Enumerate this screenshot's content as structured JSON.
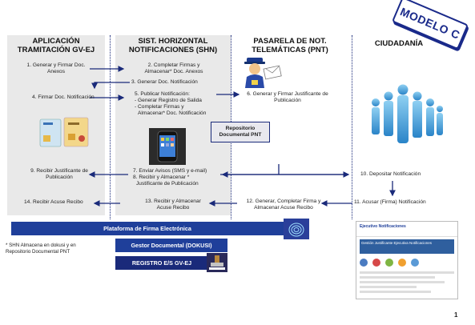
{
  "badge": "MODELO C",
  "columns": {
    "col1": [
      "APLICACIÓN",
      "TRAMITACIÓN GV-EJ"
    ],
    "col2": [
      "SIST. HORIZONTAL",
      "NOTIFICACIONES (SHN)"
    ],
    "col3": [
      "PASARELA DE NOT.",
      "TELEMÁTICAS (PNT)"
    ],
    "col4": [
      "CIUDADANÍA"
    ]
  },
  "steps": {
    "s1": [
      "1. Generar y Firmar Doc.",
      "Anexos"
    ],
    "s2": [
      "2. Completar Firmas y",
      "Almacenar* Doc. Anexos"
    ],
    "s3": [
      "3. Generar Doc. Notificación"
    ],
    "s4": [
      "4. Firmar Doc. Notificación"
    ],
    "s5": [
      "5. Publicar Notificación:",
      "- Generar Registro de Salida",
      "- Completar Firmas y",
      "Almacenar* Doc. Notificación"
    ],
    "s6": [
      "6. Generar y Firmar Justificante de",
      "Publicación"
    ],
    "s7": [
      "7. Enviar Avisos (SMS y e-mail)",
      "8. Recibir y Almacenar *",
      "Justificante de Publicación"
    ],
    "s9": [
      "9. Recibir Justificante de",
      "Publicación"
    ],
    "s10": [
      "10. Depositar Notificación"
    ],
    "s11": [
      "11. Acusar (Firma) Notificación"
    ],
    "s12": [
      "12. Generar, Completar Firma y",
      "Almacenar Acuse Recibo"
    ],
    "s13": [
      "13. Recibir y Almacenar",
      "Acuse Recibo"
    ],
    "s14": [
      "14. Recibir Acuse Recibo"
    ]
  },
  "repositorio": [
    "Repositorio",
    "Documental PNT"
  ],
  "bars": {
    "plataforma": "Plataforma de Firma Electrónica",
    "gestor": "Gestor Documental (DOKUSI)",
    "registro": "REGISTRO E/S GV-EJ"
  },
  "note": [
    "* SHN Almacena en dokusi y en",
    "Repositorio Documental PNT"
  ],
  "screenshot": {
    "brand": "Ejecutivo Notificaciones",
    "headline": [
      "Gestión Justificante Ejecutiva Notificaciones"
    ]
  },
  "page_number": "1",
  "colors": {
    "arrow": "#1a2a7a",
    "bar_blue": "#1f3f9a",
    "bar_dark": "#1a2a7a",
    "panel_gray": "#e9e9e9",
    "badge": "#1a2a8a"
  }
}
